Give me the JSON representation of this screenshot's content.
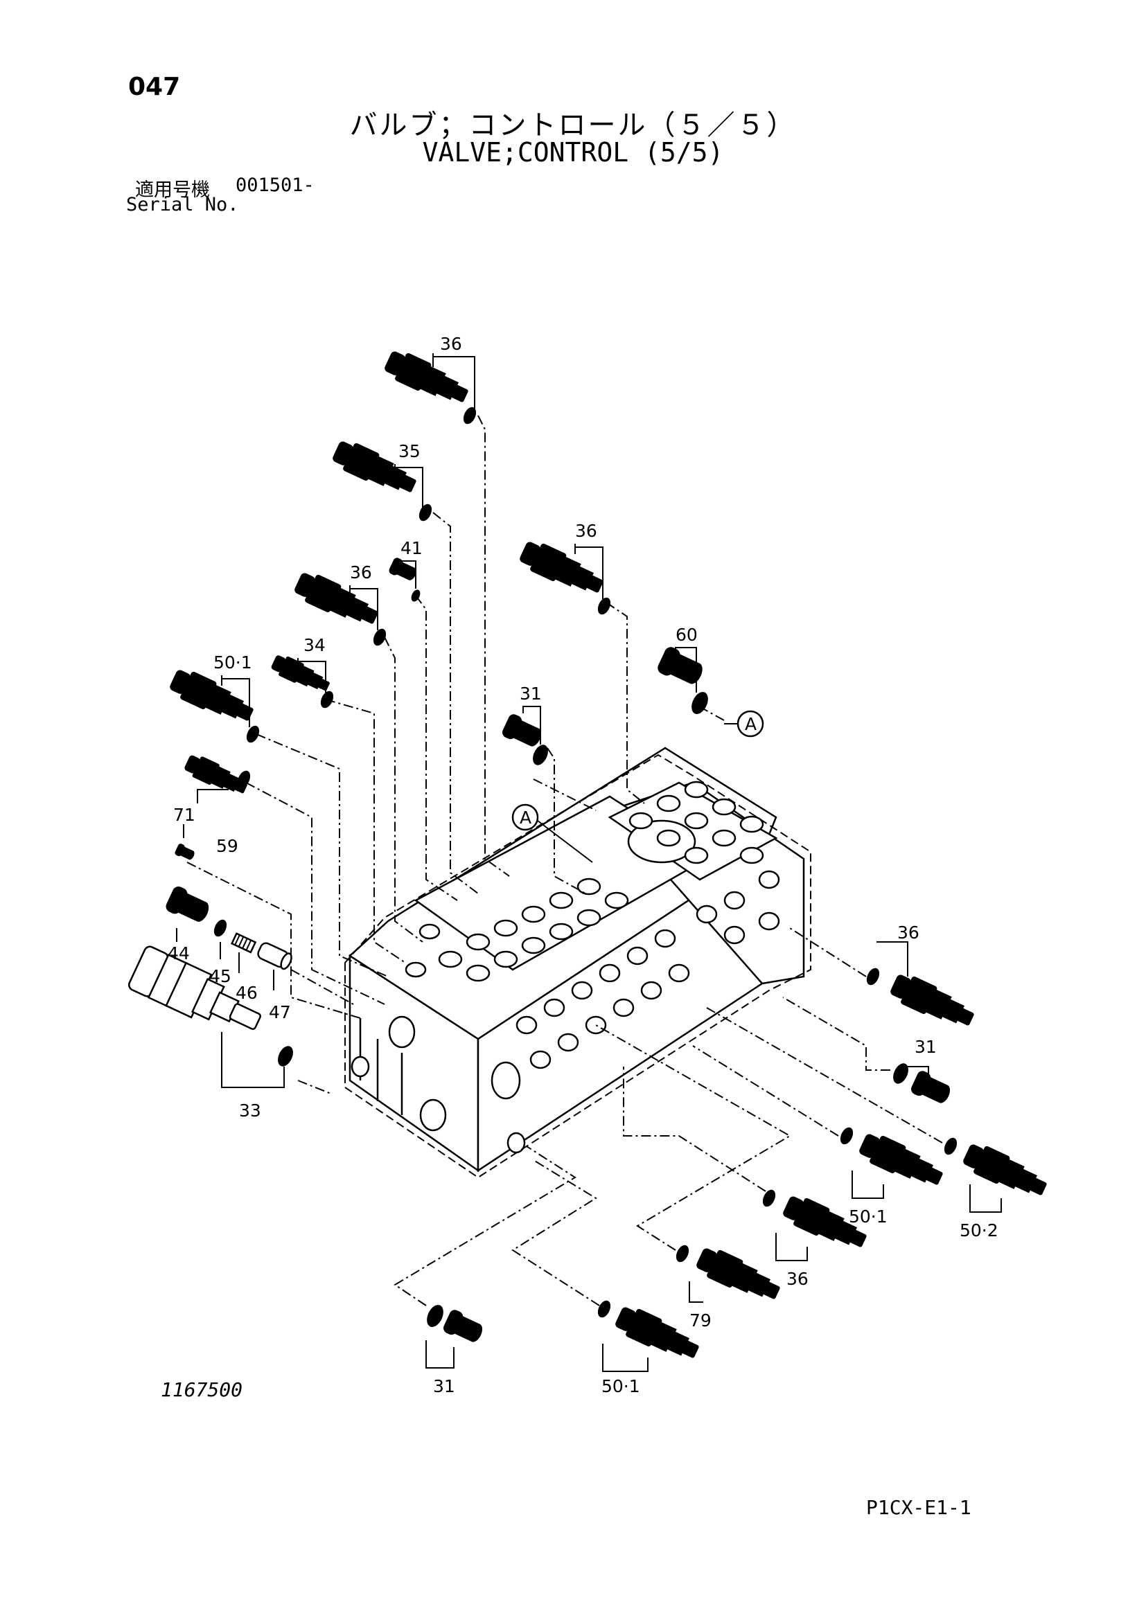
{
  "header": {
    "page_number": "047",
    "title_ja": "バルブ；コントロール（５／５）",
    "title_en": "VALVE;CONTROL (5/5)",
    "serial_label_ja": "適用号機",
    "serial_value": "001501-",
    "serial_label_en": "Serial No."
  },
  "footer": {
    "doc_code": "1167500",
    "page_code": "P1CX-E1-1"
  },
  "callouts": {
    "c36a": "36",
    "c35": "35",
    "c41": "41",
    "c36b": "36",
    "c36c": "36",
    "c34": "34",
    "c60": "60",
    "c50_1a": "50·1",
    "c31a": "31",
    "refA1": "A",
    "refA2": "A",
    "c71": "71",
    "c59": "59",
    "c44": "44",
    "c45": "45",
    "c46": "46",
    "c47": "47",
    "c33": "33",
    "c36d": "36",
    "c31b": "31",
    "c50_1b": "50·1",
    "c50_2": "50·2",
    "c36e": "36",
    "c79": "79",
    "c31c": "31",
    "c50_1c": "50·1"
  }
}
